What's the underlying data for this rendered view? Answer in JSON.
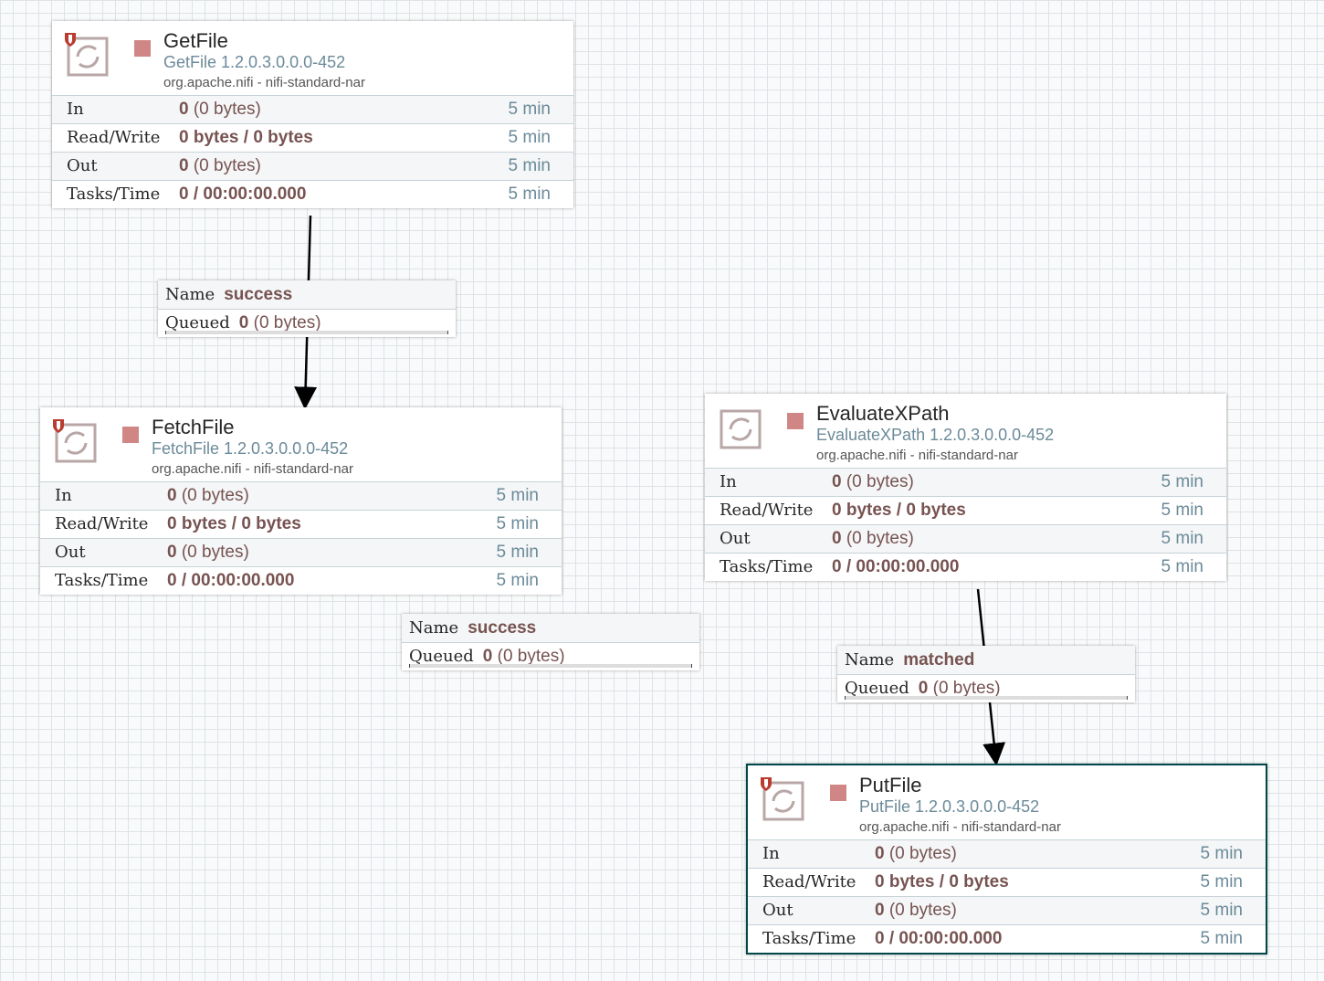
{
  "processors": [
    {
      "id": "getfile",
      "name": "GetFile",
      "type": "GetFile 1.2.0.3.0.0.0-452",
      "bundle": "org.apache.nifi - nifi-standard-nar",
      "restricted": true,
      "selected": false,
      "stats": [
        {
          "label": "In",
          "bold": "0",
          "rest": " (0 bytes)",
          "time": "5 min"
        },
        {
          "label": "Read/Write",
          "bold": "0 bytes / 0 bytes",
          "rest": "",
          "time": "5 min"
        },
        {
          "label": "Out",
          "bold": "0",
          "rest": " (0 bytes)",
          "time": "5 min"
        },
        {
          "label": "Tasks/Time",
          "bold": "0 / 00:00:00.000",
          "rest": "",
          "time": "5 min"
        }
      ]
    },
    {
      "id": "fetchfile",
      "name": "FetchFile",
      "type": "FetchFile 1.2.0.3.0.0.0-452",
      "bundle": "org.apache.nifi - nifi-standard-nar",
      "restricted": true,
      "selected": false,
      "stats": [
        {
          "label": "In",
          "bold": "0",
          "rest": " (0 bytes)",
          "time": "5 min"
        },
        {
          "label": "Read/Write",
          "bold": "0 bytes / 0 bytes",
          "rest": "",
          "time": "5 min"
        },
        {
          "label": "Out",
          "bold": "0",
          "rest": " (0 bytes)",
          "time": "5 min"
        },
        {
          "label": "Tasks/Time",
          "bold": "0 / 00:00:00.000",
          "rest": "",
          "time": "5 min"
        }
      ]
    },
    {
      "id": "evaluatexpath",
      "name": "EvaluateXPath",
      "type": "EvaluateXPath 1.2.0.3.0.0.0-452",
      "bundle": "org.apache.nifi - nifi-standard-nar",
      "restricted": false,
      "selected": false,
      "stats": [
        {
          "label": "In",
          "bold": "0",
          "rest": " (0 bytes)",
          "time": "5 min"
        },
        {
          "label": "Read/Write",
          "bold": "0 bytes / 0 bytes",
          "rest": "",
          "time": "5 min"
        },
        {
          "label": "Out",
          "bold": "0",
          "rest": " (0 bytes)",
          "time": "5 min"
        },
        {
          "label": "Tasks/Time",
          "bold": "0 / 00:00:00.000",
          "rest": "",
          "time": "5 min"
        }
      ]
    },
    {
      "id": "putfile",
      "name": "PutFile",
      "type": "PutFile 1.2.0.3.0.0.0-452",
      "bundle": "org.apache.nifi - nifi-standard-nar",
      "restricted": true,
      "selected": true,
      "stats": [
        {
          "label": "In",
          "bold": "0",
          "rest": " (0 bytes)",
          "time": "5 min"
        },
        {
          "label": "Read/Write",
          "bold": "0 bytes / 0 bytes",
          "rest": "",
          "time": "5 min"
        },
        {
          "label": "Out",
          "bold": "0",
          "rest": " (0 bytes)",
          "time": "5 min"
        },
        {
          "label": "Tasks/Time",
          "bold": "0 / 00:00:00.000",
          "rest": "",
          "time": "5 min"
        }
      ]
    }
  ],
  "connections": [
    {
      "id": "getfile-fetchfile",
      "name_label": "Name",
      "name": "success",
      "queued_label": "Queued",
      "queued_count": "0",
      "queued_size": " (0 bytes)"
    },
    {
      "id": "fetchfile-evaluatexpath",
      "name_label": "Name",
      "name": "success",
      "queued_label": "Queued",
      "queued_count": "0",
      "queued_size": " (0 bytes)"
    },
    {
      "id": "evaluatexpath-putfile",
      "name_label": "Name",
      "name": "matched",
      "queued_label": "Queued",
      "queued_count": "0",
      "queued_size": " (0 bytes)"
    }
  ],
  "colors": {
    "stopped": "#d18686",
    "selected_border": "#004849",
    "value": "#775351",
    "type": "#6b8a99"
  }
}
